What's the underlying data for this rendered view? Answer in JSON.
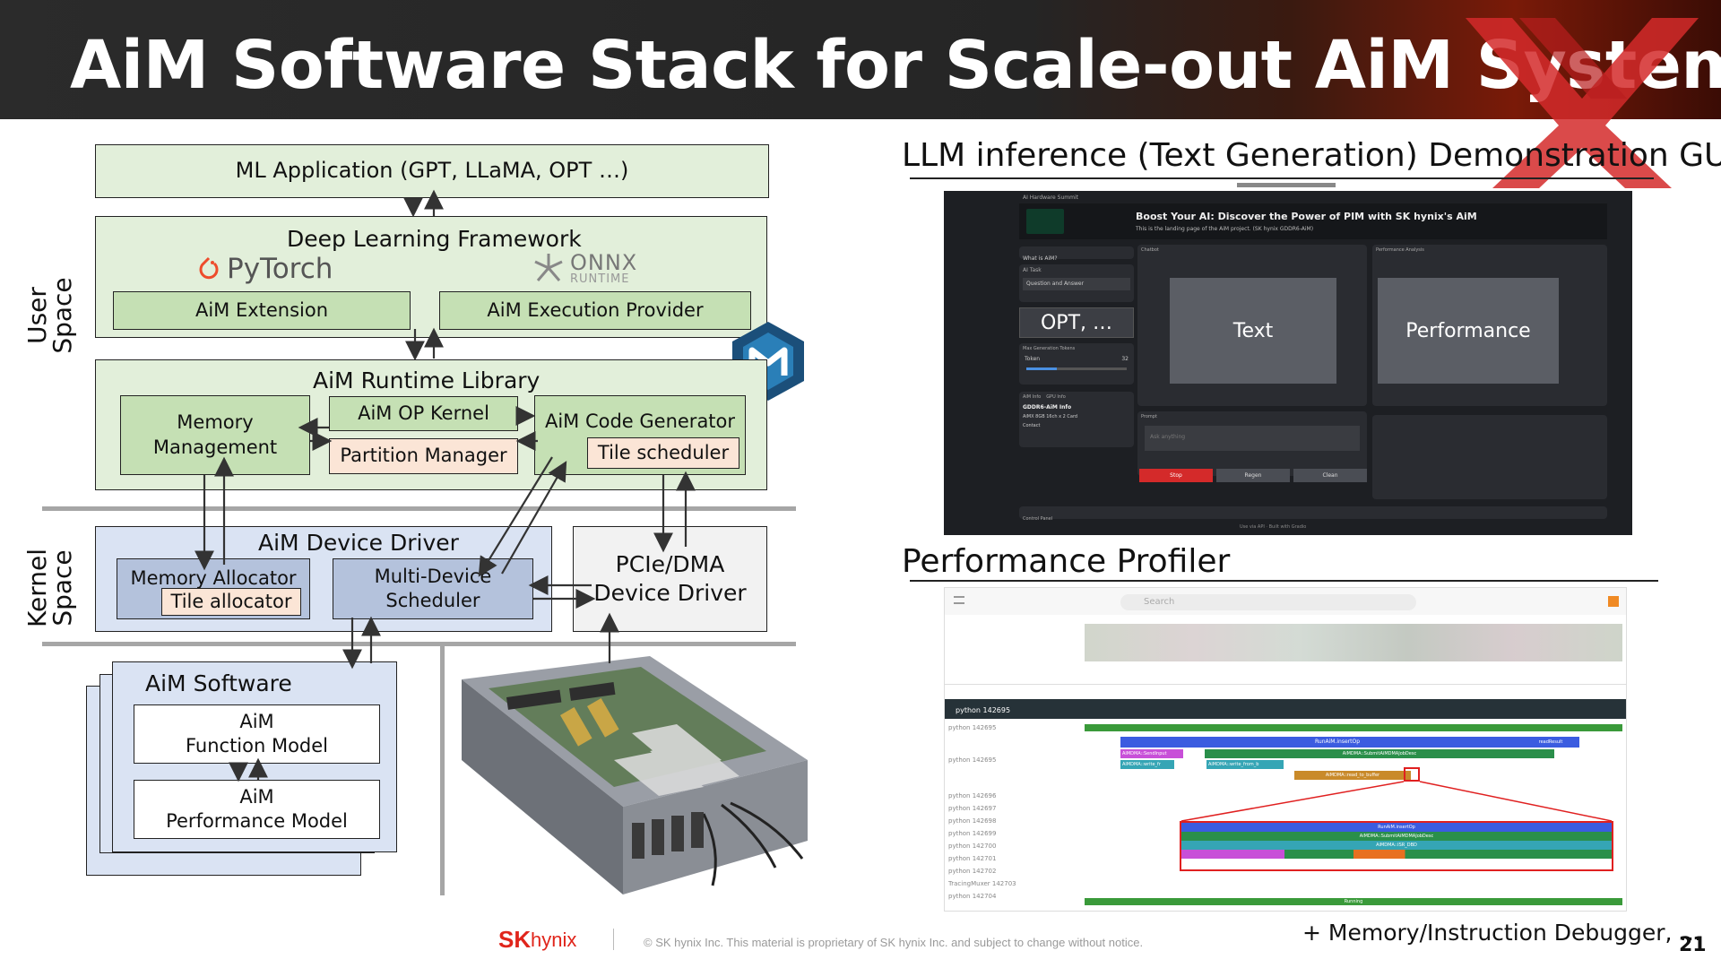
{
  "header": {
    "title": "AiM Software Stack for Scale-out AiM System"
  },
  "diagram": {
    "ml_app": "ML Application (GPT, LLaMA, OPT …)",
    "dl_framework": "Deep Learning Framework",
    "pytorch": "PyTorch",
    "onnx_top": "ONNX",
    "onnx_bottom": "RUNTIME",
    "aim_extension": "AiM Extension",
    "aim_execution_provider": "AiM Execution Provider",
    "runtime_library": "AiM Runtime Library",
    "memory_management": "Memory\nManagement",
    "op_kernel": "AiM OP Kernel",
    "partition_manager": "Partition Manager",
    "code_generator": "AiM Code Generator",
    "tile_scheduler": "Tile scheduler",
    "device_driver": "AiM Device Driver",
    "memory_allocator": "Memory Allocator",
    "tile_allocator": "Tile allocator",
    "multi_device_scheduler": "Multi-Device\nScheduler",
    "pcie_dma": "PCIe/DMA\nDevice Driver",
    "aim_software": "AiM Software",
    "function_model": "AiM\nFunction Model",
    "performance_model": "AiM\nPerformance Model",
    "user_space": "User\nSpace",
    "kernel_space": "Kernel\nSpace"
  },
  "demo": {
    "heading": "LLM inference (Text Generation) Demonstration GUI",
    "gui_banner": "Boost Your AI: Discover the Power of PIM with SK hynix's AiM",
    "gui_subtitle": "This is the landing page of the AiM project. (SK hynix GDDR6-AiM)",
    "gui_hw_summit": "AI Hardware Summit",
    "gui_what_is_aim": "What is AiM?",
    "gui_ai_task": "AI Task",
    "gui_qa": "Question and Answer",
    "gui_opt": "OPT, …",
    "gui_max_tokens": "Max Generation Tokens",
    "gui_token": "Token",
    "gui_token_val": "32",
    "gui_aim_info": "AiM Info",
    "gui_gpu_info": "GPU Info",
    "gui_gddr6": "GDDR6-AiM Info",
    "gui_card": "AiMX 8GB 16ch x 2 Card",
    "gui_contact": "Contact",
    "gui_chatbot": "Chatbot",
    "gui_perf_analysis": "Performance Analysis",
    "gui_text": "Text",
    "gui_performance": "Performance",
    "gui_prompt": "Prompt",
    "gui_prompt_placeholder": "Ask anything",
    "gui_stop": "Stop",
    "gui_regen": "Regen",
    "gui_clean": "Clean",
    "gui_control_panel": "Control Panel",
    "gui_footer": "Use via API · Built with Gradio"
  },
  "profiler": {
    "heading": "Performance Profiler",
    "search_placeholder": "Search",
    "process": "python 142695",
    "threads": [
      "python 142695",
      "python 142695",
      "python 142696",
      "python 142697",
      "python 142698",
      "python 142699",
      "python 142700",
      "python 142701",
      "python 142702",
      "TracingMuxer 142703",
      "python 142704"
    ],
    "slice_labels": [
      "RunAiM.insertOp",
      "AiMDMA::SendInput",
      "AiMDMA::SubmitAiMDMAJobDesc",
      "readResult",
      "AiMDMA::write_fr",
      "AiMDMA::write_from_b",
      "AiMDMA::read_to_buffer",
      "Running"
    ],
    "zoom_labels": [
      "RunAiM.insertOp",
      "AiMDMA::SubmitAiMDMAJobDesc",
      "AiMDMA::ISR_DBD"
    ],
    "note": "+ Memory/Instruction Debugger, …"
  },
  "footer": {
    "logo_sk": "SK",
    "logo_hynix": "hynix",
    "copyright": "© SK hynix Inc. This material is proprietary of SK hynix Inc. and subject to change without notice.",
    "page_number": "21"
  },
  "colors": {
    "green_outer": "#e2efda",
    "green_inner": "#c5e0b4",
    "peach": "#fbe5d6",
    "blue_outer": "#dae3f3",
    "blue_inner": "#b4c2dc",
    "brand_red": "#e0251b"
  }
}
